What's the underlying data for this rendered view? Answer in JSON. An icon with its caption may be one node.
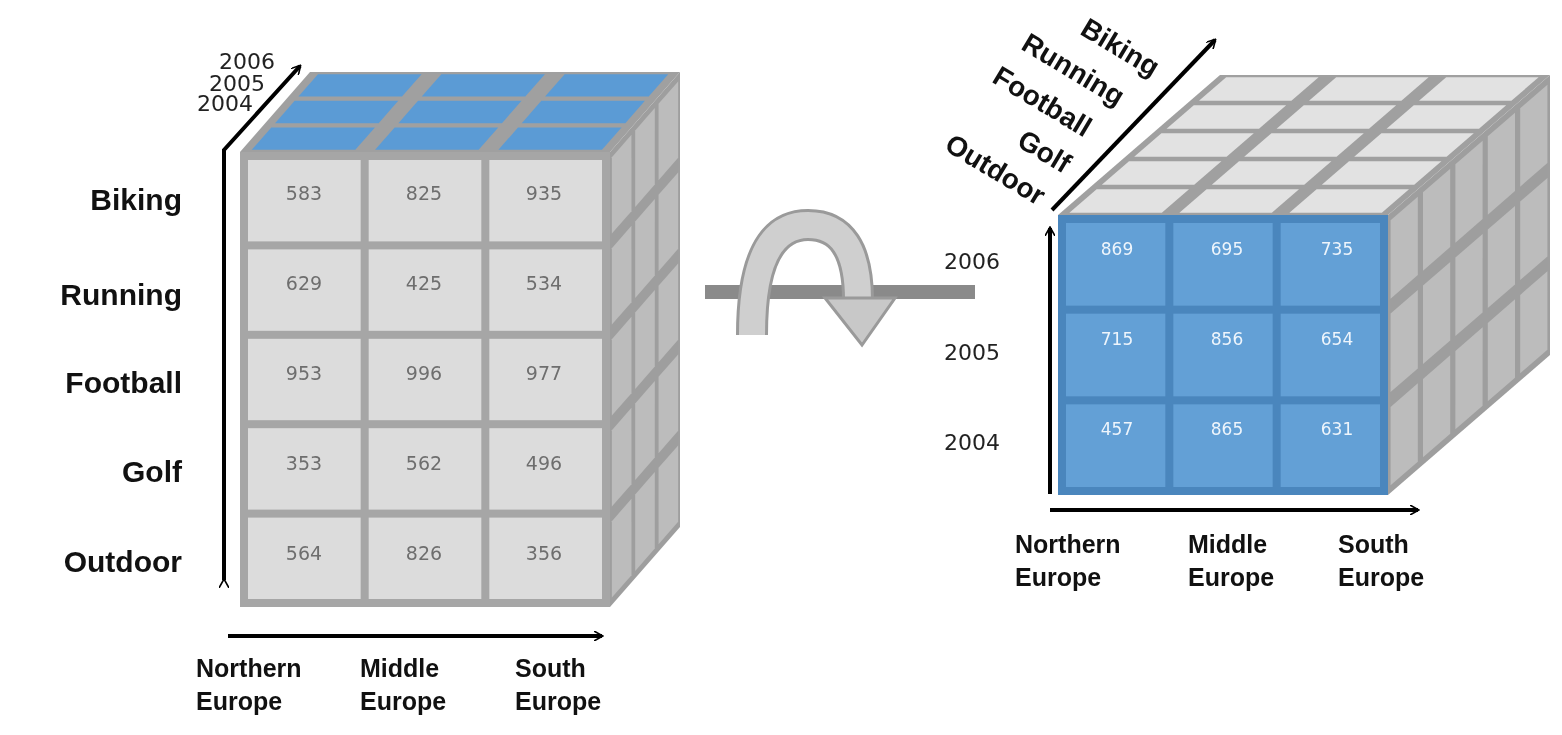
{
  "diagram": {
    "labels": [
      "2006",
      "2005",
      "2004",
      "Biking",
      "Running",
      "Football",
      "Golf",
      "Outdoor",
      "583",
      "825",
      "935",
      "629",
      "425",
      "534",
      "953",
      "996",
      "977",
      "353",
      "562",
      "496",
      "564",
      "826",
      "356",
      "Northern Europe",
      "Middle Europe",
      "South Europe",
      "Biking",
      "Running",
      "Football",
      "Golf",
      "Outdoor",
      "2006",
      "2005",
      "2004",
      "869",
      "695",
      "735",
      "715",
      "856",
      "654",
      "457",
      "865",
      "631",
      "Northern Europe",
      "Middle Europe",
      "South Europe"
    ]
  }
}
